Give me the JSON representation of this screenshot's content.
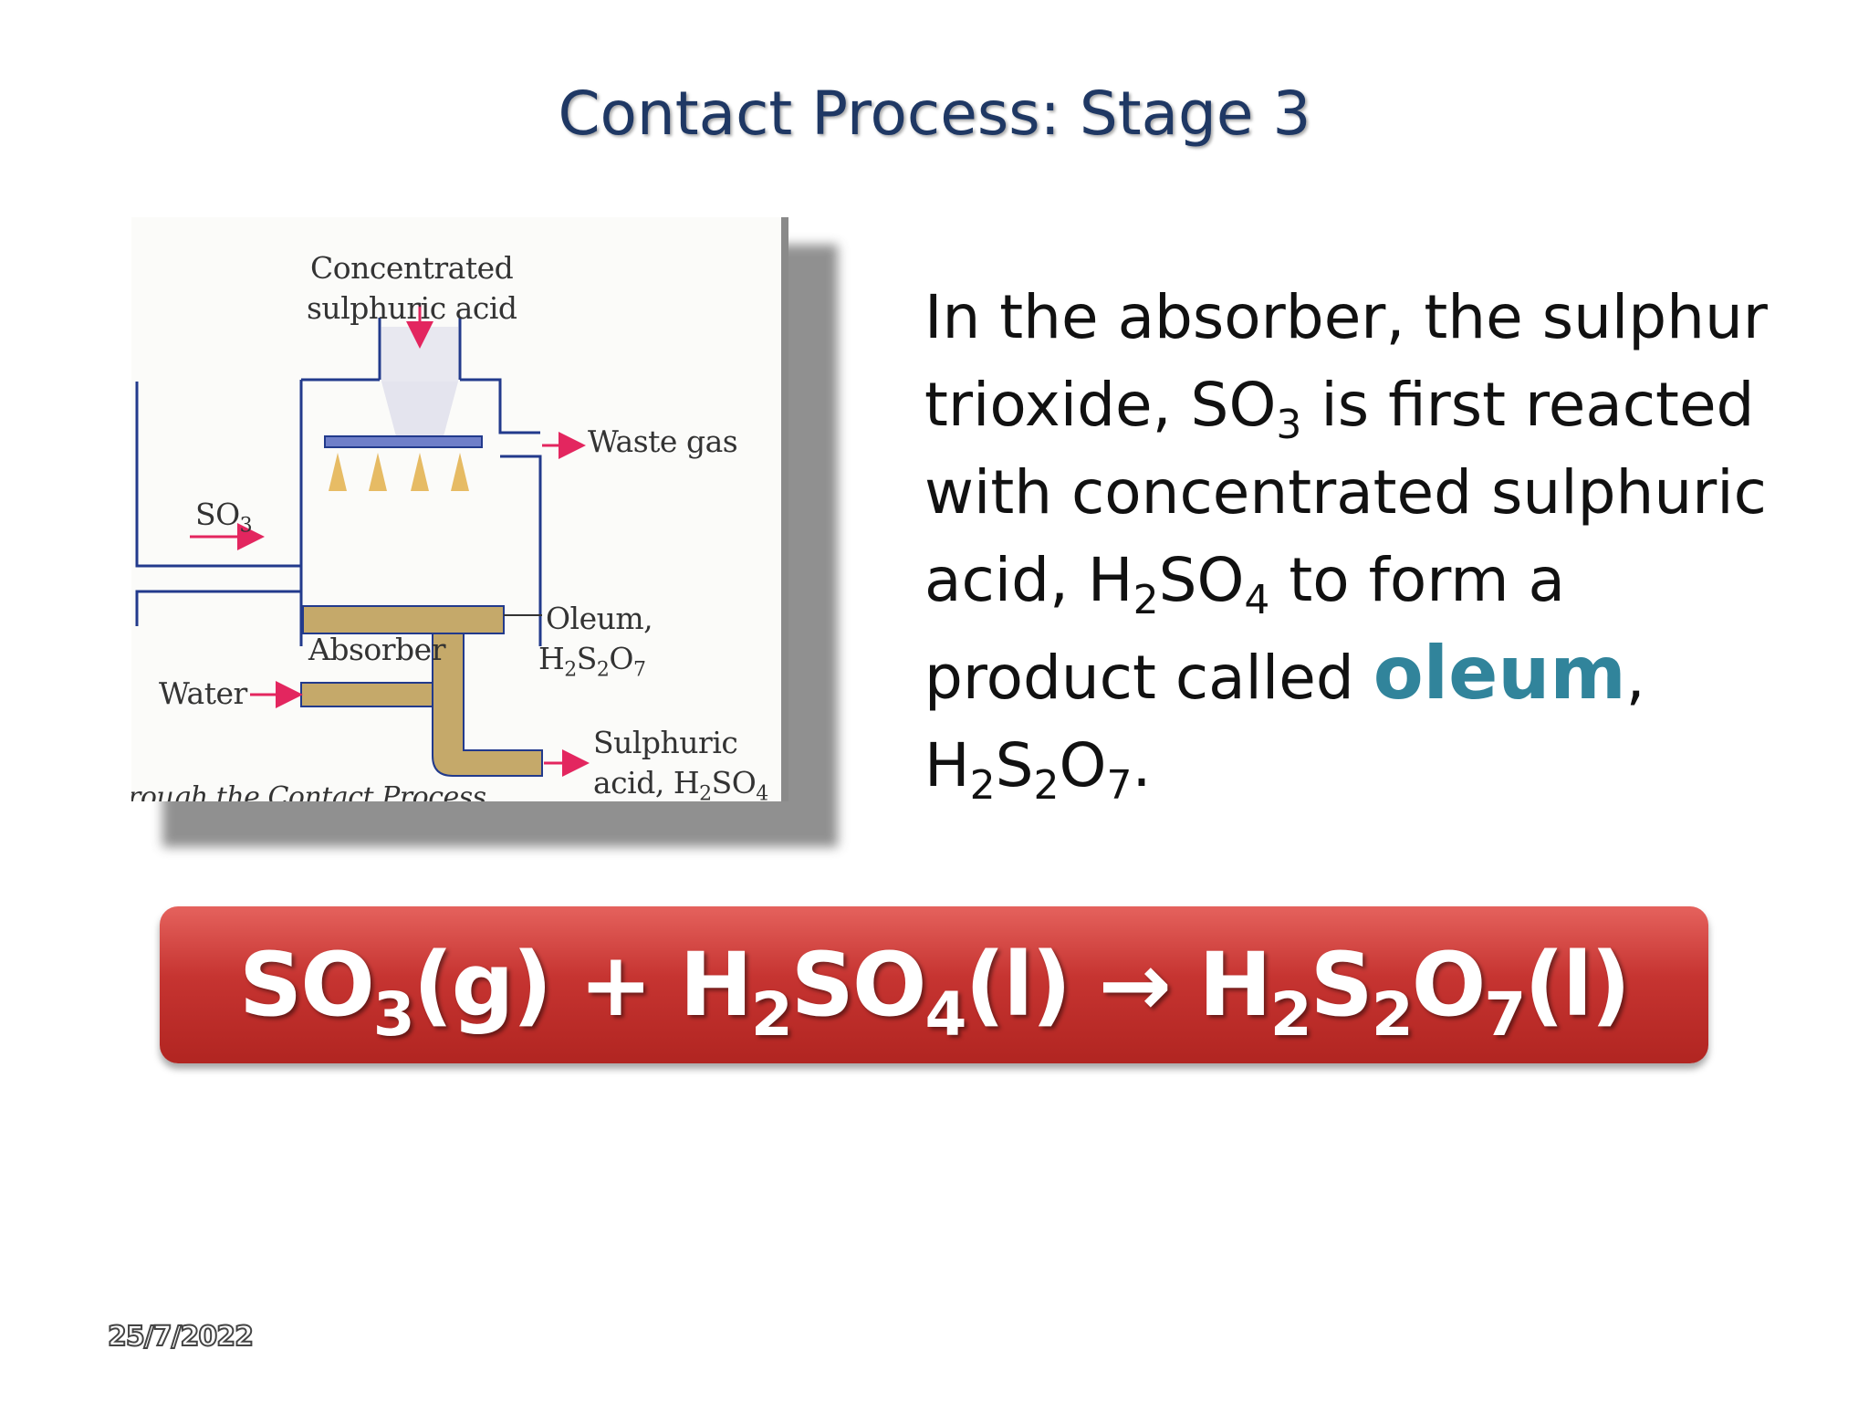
{
  "slide": {
    "title": "Contact Process: Stage 3",
    "date": "25/7/2022"
  },
  "figure": {
    "labels": {
      "conc_line1": "Concentrated",
      "conc_line2": "sulphuric acid",
      "waste_gas": "Waste gas",
      "so3": "SO",
      "so3_sub": "3",
      "absorber": "Absorber",
      "oleum_line1": "Oleum,",
      "oleum_formula_parts": [
        "H",
        "2",
        "S",
        "2",
        "O",
        "7"
      ],
      "water": "Water",
      "sulphuric_line1": "Sulphuric",
      "sulphuric_line2_prefix": "acid, H",
      "sulphuric_line2_sub1": "2",
      "sulphuric_line2_mid": "SO",
      "sulphuric_line2_sub2": "4",
      "caption_fragment": "rough the Contact Process"
    },
    "colors": {
      "arrow": "#e3265f",
      "acid_layer": "#c5a96a",
      "line": "#223a8c",
      "spray": "#e3b04b"
    }
  },
  "body": {
    "line1": "In the absorber, the sulphur",
    "line2_a": "trioxide, SO",
    "line2_sub": "3",
    "line2_b": " is first reacted",
    "line3": "with concentrated sulphuric",
    "line4_a": "acid, H",
    "line4_sub1": "2",
    "line4_b": "SO",
    "line4_sub2": "4",
    "line4_c": " to form a",
    "line5_a": "product called ",
    "line5_highlight": "oleum",
    "line5_b": ",",
    "line6_a": "H",
    "line6_sub1": "2",
    "line6_b": "S",
    "line6_sub2": "2",
    "line6_c": "O",
    "line6_sub3": "7",
    "line6_d": "."
  },
  "equation": {
    "p1": "SO",
    "s1": "3",
    "p2": "(g) + H",
    "s2": "2",
    "p3": "SO",
    "s3": "4",
    "p4": "(l) → H",
    "s4": "2",
    "p5": "S",
    "s5": "2",
    "p6": "O",
    "s6": "7",
    "p7": "(l)"
  }
}
